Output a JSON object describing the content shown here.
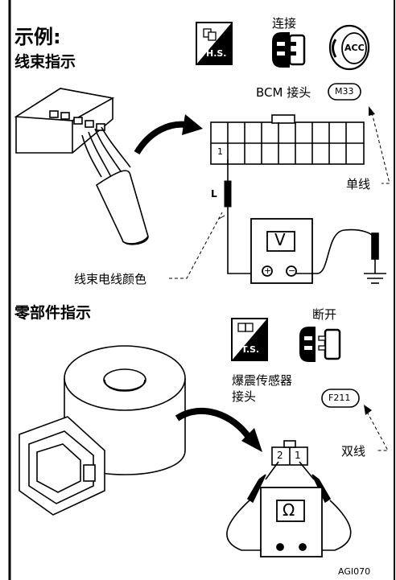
{
  "heading": {
    "title": "示例:",
    "harness_indicator": "线束指示",
    "component_indicator": "零部件指示"
  },
  "icons": {
    "hs_label": "H.S.",
    "connect_label": "连接",
    "acc_label": "ACC",
    "ts_label": "T.S.",
    "disconnect_label": "断开"
  },
  "harness_section": {
    "connector_title": "BCM 接头",
    "connector_code": "M33",
    "terminal_no": "1",
    "wire_color_code": "L",
    "single_wire_label": "单线",
    "wire_color_label": "线束电线颜色",
    "meter_symbol": "V",
    "plus": "+",
    "minus": "−"
  },
  "component_section": {
    "sensor_line1": "爆震传感器",
    "sensor_line2": "接头",
    "connector_code": "F211",
    "terminal_left": "2",
    "terminal_right": "1",
    "double_wire_label": "双线",
    "meter_symbol": "Ω"
  },
  "footer": {
    "figure_id": "AGI070"
  },
  "colors": {
    "ink": "#000000",
    "background": "#ffffff"
  }
}
